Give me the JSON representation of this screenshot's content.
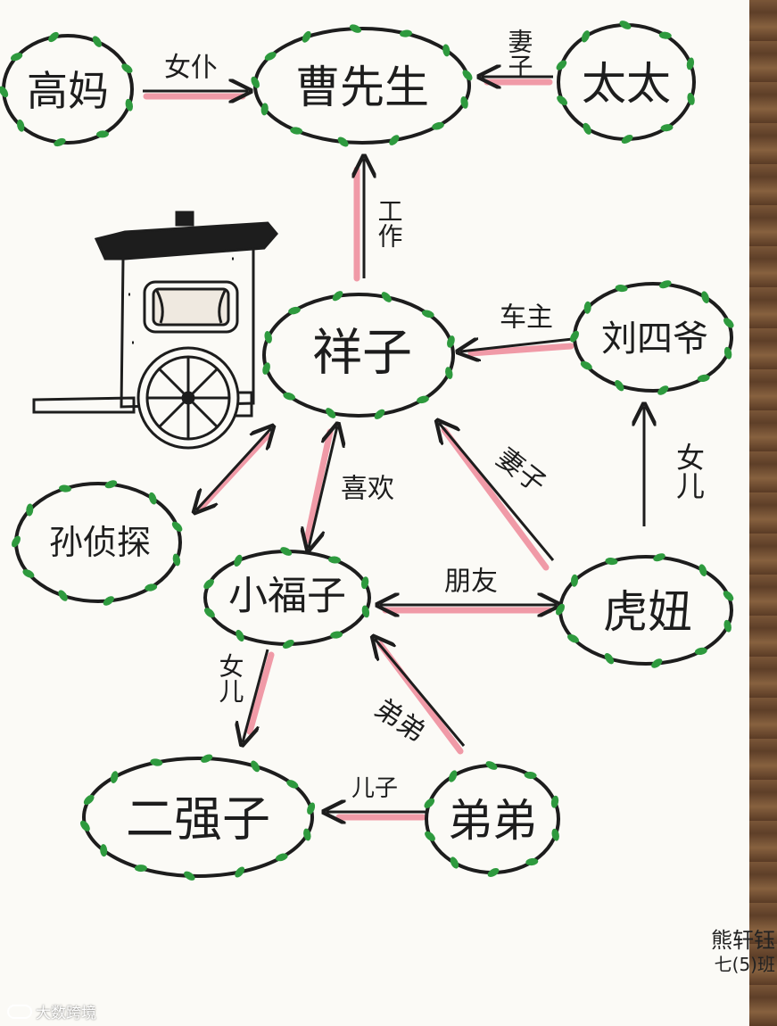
{
  "colors": {
    "ink": "#1d1d1d",
    "highlight": "#ef8a9a",
    "leaf": "#2e9a3e",
    "paper": "#fbfaf6"
  },
  "characters": [
    {
      "id": "gaoma",
      "label": "高妈"
    },
    {
      "id": "caoxiansheng",
      "label": "曹先生"
    },
    {
      "id": "taitai",
      "label": "太太"
    },
    {
      "id": "xiangzi",
      "label": "祥子"
    },
    {
      "id": "liusiye",
      "label": "刘四爷"
    },
    {
      "id": "xiaozhentan",
      "label": "孙侦探"
    },
    {
      "id": "xiaofuzi",
      "label": "小福子"
    },
    {
      "id": "huniu",
      "label": "虎妞"
    },
    {
      "id": "erqiangzi",
      "label": "二强子"
    },
    {
      "id": "didi",
      "label": "弟弟"
    }
  ],
  "relations": [
    {
      "label": "女仆"
    },
    {
      "label": "妻子"
    },
    {
      "label": "工作"
    },
    {
      "label": "车主"
    },
    {
      "label": "女儿"
    },
    {
      "label": "喜欢"
    },
    {
      "label": "妻子"
    },
    {
      "label": "朋友"
    },
    {
      "label": "女儿"
    },
    {
      "label": "弟弟"
    },
    {
      "label": "儿子"
    }
  ],
  "signature": {
    "name": "熊轩钰",
    "class": "七(5)班"
  },
  "watermark": {
    "text": "大数跨境"
  }
}
